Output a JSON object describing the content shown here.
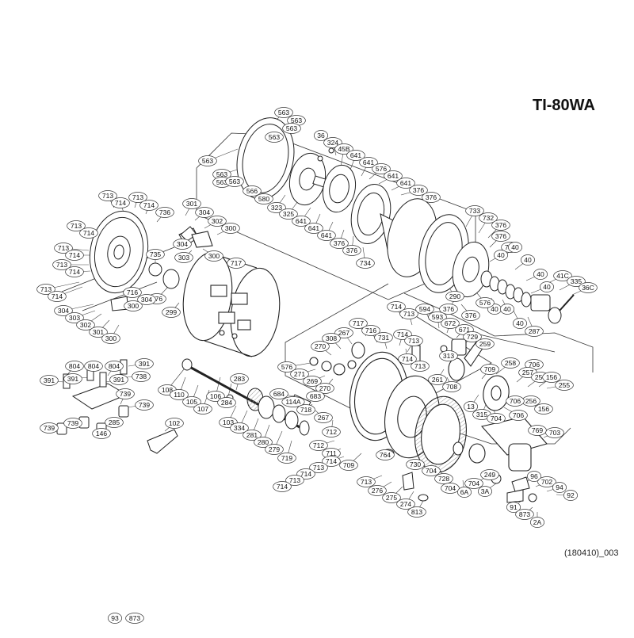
{
  "diagram": {
    "model": "TI-80WA",
    "doc_code": "(180410)_003",
    "callouts": [
      "563",
      "563",
      "563",
      "563",
      "563",
      "563",
      "563",
      "566",
      "580",
      "323",
      "325",
      "563",
      "36",
      "324",
      "45B",
      "641",
      "641",
      "576",
      "641",
      "641",
      "376",
      "376",
      "641",
      "641",
      "641",
      "376",
      "376",
      "734",
      "733",
      "732",
      "376",
      "376",
      "763",
      "40",
      "40",
      "40",
      "40",
      "40",
      "41C",
      "335",
      "36C",
      "40",
      "40",
      "40",
      "287",
      "576",
      "376",
      "376",
      "290",
      "713",
      "714",
      "713",
      "714",
      "736",
      "713",
      "714",
      "713",
      "714",
      "713",
      "714",
      "713",
      "714",
      "301",
      "304",
      "302",
      "300",
      "304",
      "303",
      "300",
      "717",
      "735",
      "576",
      "299",
      "716",
      "304",
      "300",
      "304",
      "303",
      "302",
      "301",
      "300",
      "714",
      "713",
      "594",
      "593",
      "672",
      "671",
      "729",
      "259",
      "717",
      "716",
      "731",
      "714",
      "713",
      "714",
      "713",
      "267",
      "308",
      "270",
      "576",
      "271",
      "269",
      "270",
      "313",
      "261",
      "708",
      "709",
      "258",
      "706",
      "257",
      "256",
      "156",
      "255",
      "256",
      "156",
      "706",
      "706",
      "13",
      "315",
      "704",
      "769",
      "703",
      "804",
      "804",
      "804",
      "391",
      "391",
      "391",
      "391",
      "738",
      "739",
      "739",
      "739",
      "739",
      "146",
      "285",
      "102",
      "108",
      "110",
      "105",
      "107",
      "106",
      "284",
      "283",
      "103",
      "334",
      "281",
      "280",
      "279",
      "719",
      "684",
      "114A",
      "683",
      "718",
      "267",
      "712",
      "712",
      "711",
      "709",
      "714",
      "713",
      "714",
      "713",
      "714",
      "713",
      "276",
      "275",
      "274",
      "813",
      "764",
      "730",
      "704",
      "728",
      "704",
      "6A",
      "249",
      "704",
      "3A",
      "96",
      "702",
      "94",
      "92",
      "91",
      "873",
      "2A",
      "93",
      "873"
    ]
  }
}
